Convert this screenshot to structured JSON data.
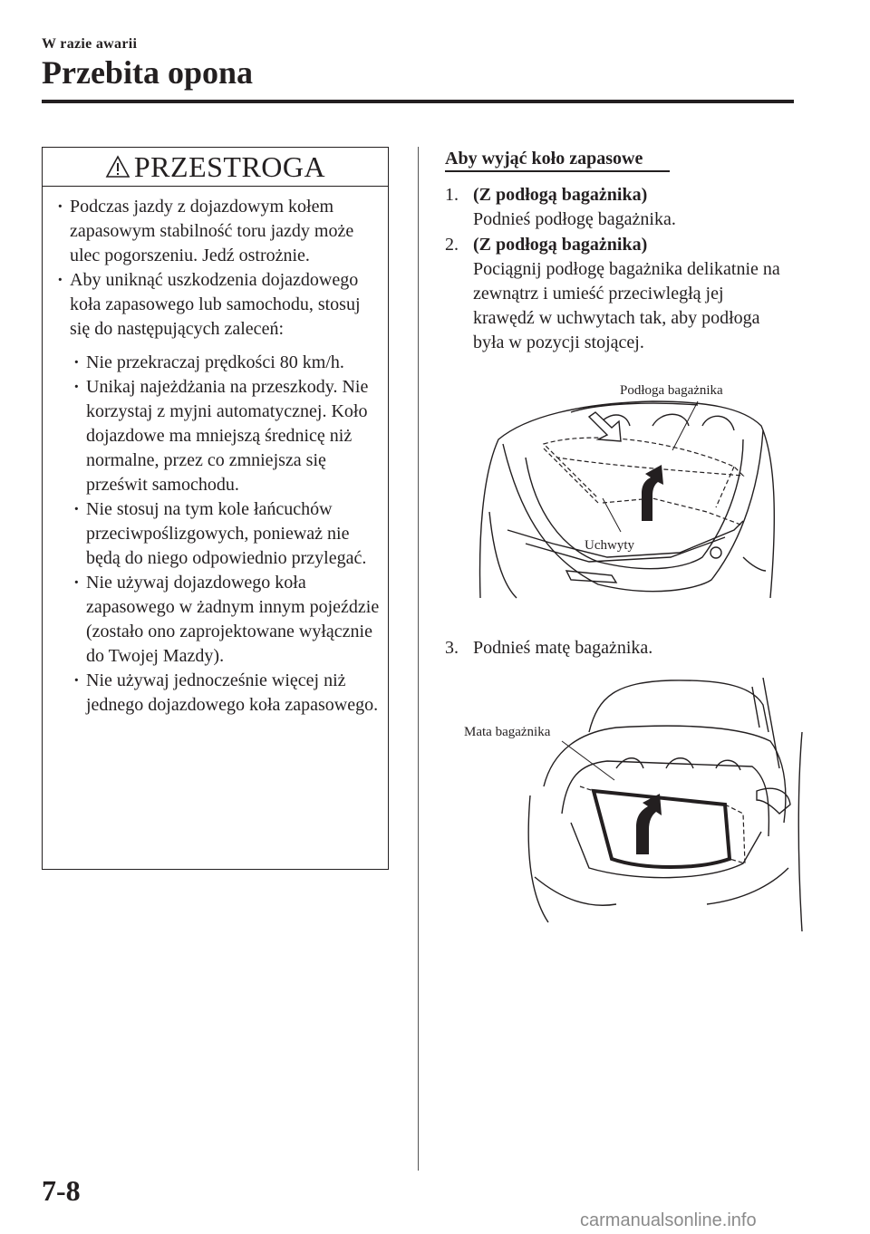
{
  "header": {
    "section": "W razie awarii",
    "title": "Przebita opona"
  },
  "caution": {
    "title": "PRZESTROGA",
    "items": [
      "Podczas jazdy z dojazdowym kołem zapasowym stabilność toru jazdy może ulec pogorszeniu. Jedź ostrożnie.",
      "Aby uniknąć uszkodzenia dojazdowego koła zapasowego lub samochodu, stosuj się do następujących zaleceń:"
    ],
    "subitems": [
      "Nie przekraczaj prędkości 80 km/h.",
      "Unikaj najeżdżania na przeszkody. Nie korzystaj z myjni automatycznej. Koło dojazdowe ma mniejszą średnicę niż normalne, przez co zmniejsza się prześwit samochodu.",
      "Nie stosuj na tym kole łańcuchów przeciwpoślizgowych, ponieważ nie będą do niego odpowiednio przylegać.",
      "Nie używaj dojazdowego koła zapasowego w żadnym innym pojeździe (zostało ono zaprojektowane wyłącznie do Twojej Mazdy).",
      "Nie używaj jednocześnie więcej niż jednego dojazdowego koła zapasowego."
    ]
  },
  "procedure": {
    "heading": "Aby wyjąć koło zapasowe",
    "steps": [
      {
        "num": "1.",
        "condition": "(Z podłogą bagażnika)",
        "text": "Podnieś podłogę bagażnika."
      },
      {
        "num": "2.",
        "condition": "(Z podłogą bagażnika)",
        "text": "Pociągnij podłogę bagażnika delikatnie na zewnątrz i umieść przeciwległą jej krawędź w uchwytach tak, aby podłoga była w pozycji stojącej."
      },
      {
        "num": "3.",
        "text": "Podnieś matę bagażnika."
      }
    ]
  },
  "figures": {
    "fig1": {
      "label_floor": "Podłoga bagażnika",
      "label_holders": "Uchwyty"
    },
    "fig2": {
      "label_mat": "Mata bagażnika"
    }
  },
  "footer": {
    "page_number": "7-8",
    "watermark": "carmanualsonline.info"
  }
}
